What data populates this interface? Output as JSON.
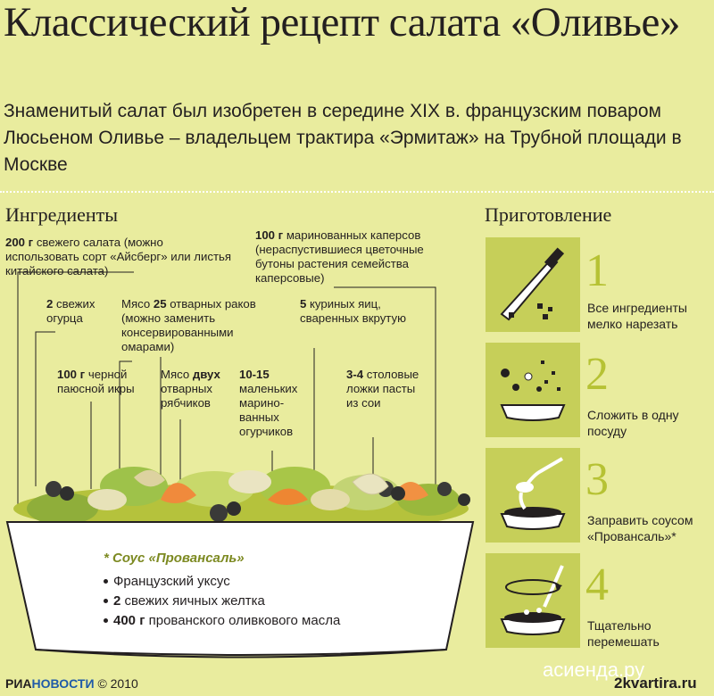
{
  "title": "Классический рецепт салата «Оливье»",
  "subtitle": "Знаменитый салат был изобретен в середине XIX в. французским поваром Люсьеном Оливье – владельцем трактира «Эрмитаж» на Трубной площади в Москве",
  "ingredients": {
    "heading": "Ингредиенты",
    "items": [
      {
        "qty": "200 г",
        "text": " свежего салата (можно использовать сорт «Айсберг» или листья китайского салата)"
      },
      {
        "qty": "2",
        "text": " свежих огурца"
      },
      {
        "qty": "",
        "text": "Мясо ",
        "qty2": "25",
        "text2": " отварных раков (можно заменить консервированными омарами)"
      },
      {
        "qty": "100 г",
        "text": " маринованных каперсов (нераспустившиеся цветочные бутоны растения семейства каперсовые)"
      },
      {
        "qty": "5",
        "text": " куриных яиц, сваренных вкрутую"
      },
      {
        "qty": "100 г",
        "text": " черной паюсной икры"
      },
      {
        "qty": "",
        "text": "Мясо ",
        "qty2": "двух",
        "text2": " отварных рябчиков"
      },
      {
        "qty": "10-15",
        "text": " маленьких марино- ванных огурчиков"
      },
      {
        "qty": "3-4",
        "text": " столовые ложки пасты из сои"
      }
    ]
  },
  "sauce": {
    "title": "* Соус «Провансаль»",
    "items": [
      {
        "qty": "",
        "text": "Французский уксус"
      },
      {
        "qty": "2",
        "text": " свежих яичных желтка"
      },
      {
        "qty": "400 г",
        "text": " прованского оливкового масла"
      }
    ]
  },
  "preparation": {
    "heading": "Приготовление",
    "steps": [
      {
        "num": "1",
        "text": "Все ингредиенты мелко нарезать"
      },
      {
        "num": "2",
        "text": "Сложить в одну посуду"
      },
      {
        "num": "3",
        "text": "Заправить соусом «Провансаль»*"
      },
      {
        "num": "4",
        "text": "Тщательно перемешать"
      }
    ]
  },
  "footer": {
    "ria": "РИА",
    "novosti": "НОВОСТИ",
    "copyright": "© 2010",
    "watermark": "асиенда.ру",
    "watermark2": "2kvartira.ru"
  },
  "colors": {
    "background": "#e9ec9e",
    "step_box": "#c6cf59",
    "step_number": "#b6c234",
    "sauce_title": "#7d8a22",
    "bowl": "#ffffff",
    "nov_blue": "#1f5aa8"
  },
  "icons": [
    "knife-icon",
    "bowl-falling-icon",
    "spoon-sauce-icon",
    "stir-bowl-icon"
  ]
}
